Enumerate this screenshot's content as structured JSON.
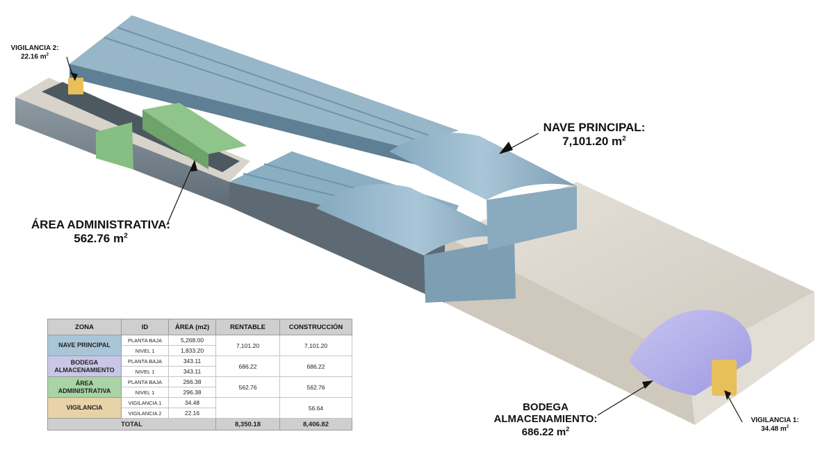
{
  "labels": {
    "vigilancia2": {
      "name": "VIGILANCIA 2:",
      "value": "22.16 m",
      "unit_sup": "2"
    },
    "nave": {
      "name": "NAVE PRINCIPAL:",
      "value": "7,101.20 m",
      "unit_sup": "2"
    },
    "admin": {
      "name": "ÁREA ADMINISTRATIVA:",
      "value": "562.76 m",
      "unit_sup": "2"
    },
    "bodega": {
      "name1": "BODEGA",
      "name2": "ALMACENAMIENTO:",
      "value": "686.22 m",
      "unit_sup": "2"
    },
    "vigilancia1": {
      "name": "VIGILANCIA 1:",
      "value": "34.48 m",
      "unit_sup": "2"
    }
  },
  "table": {
    "headers": [
      "ZONA",
      "ID",
      "ÁREA (m2)",
      "RENTABLE",
      "CONSTRUCCIÓN"
    ],
    "nave": {
      "zone": "NAVE PRINCIPAL",
      "color": "#a9c6d8",
      "rows": [
        [
          "PLANTA BAJA",
          "5,268.00"
        ],
        [
          "NIVEL 1",
          "1,833.20"
        ]
      ],
      "rentable": "7,101.20",
      "construccion": "7,101.20"
    },
    "bodega": {
      "zone1": "BODEGA",
      "zone2": "ALMACENAMIENTO",
      "color": "#c9c7e6",
      "rows": [
        [
          "PLANTA BAJA",
          "343.11"
        ],
        [
          "NIVEL 1",
          "343.11"
        ]
      ],
      "rentable": "686.22",
      "construccion": "686.22"
    },
    "admin": {
      "zone1": "ÁREA",
      "zone2": "ADMINISTRATIVA",
      "color": "#a8d4a6",
      "rows": [
        [
          "PLANTA BAJA",
          "266.38"
        ],
        [
          "NIVEL 1",
          "296.38"
        ]
      ],
      "rentable": "562.76",
      "construccion": "562.76"
    },
    "vigilancia": {
      "zone": "VIGILANCIA",
      "color": "#e8d3a8",
      "rows": [
        [
          "VIGILANCIA 1",
          "34.48"
        ],
        [
          "VIGILANCIA 2",
          "22.16"
        ]
      ],
      "rentable": "",
      "construccion": "56.64"
    },
    "total": {
      "label": "TOTAL",
      "rentable": "8,350.18",
      "construccion": "8,406.82"
    }
  },
  "colors": {
    "roof": "#97b6c8",
    "roof_dark": "#7e9fb3",
    "wall": "#6e8ea2",
    "slab": "#d9d4cc",
    "slab_shadow": "#b8b2a8",
    "admin": "#8fc48a",
    "bodega": "#b3b0e8",
    "vigilancia": "#e8c05a"
  }
}
